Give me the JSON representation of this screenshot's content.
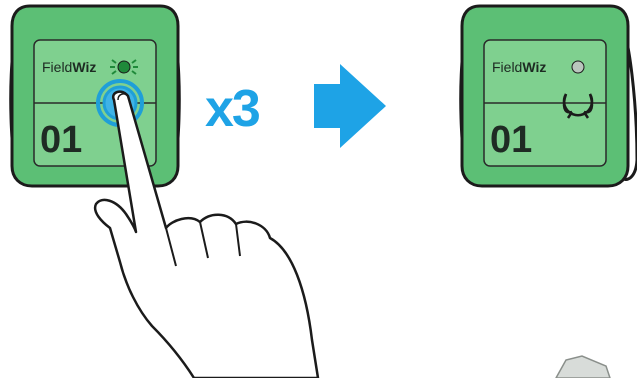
{
  "before": {
    "brand_regular": "Field",
    "brand_bold": "Wiz",
    "device_number": "01",
    "led_state": "blinking green"
  },
  "instruction": {
    "press_count": "x3"
  },
  "after": {
    "brand_regular": "Field",
    "brand_bold": "Wiz",
    "device_number": "01",
    "led_state": "off"
  },
  "colors": {
    "device_green": "#5cbf75",
    "device_dark_green": "#3f9a59",
    "panel_green": "#7fd08f",
    "outline": "#1b1b1b",
    "accent_blue": "#1ea3e6",
    "led_green": "#1f8a3a",
    "ring_blue": "#1f9fd8"
  },
  "icons": {
    "arrow": "right-arrow-icon",
    "hand": "pointing-hand-icon",
    "led": "led-icon",
    "power_button": "power-button-icon"
  }
}
